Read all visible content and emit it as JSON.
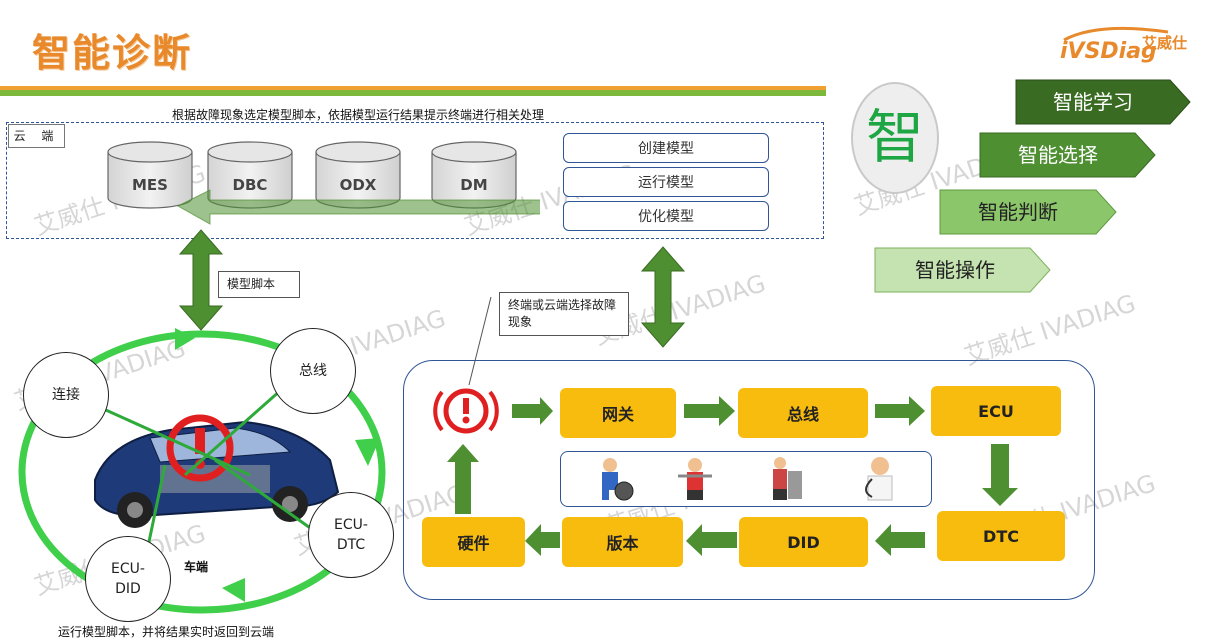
{
  "header": {
    "title": "智能诊断",
    "logo_text": "iVSDiag",
    "logo_cn": "艾威仕"
  },
  "cloud": {
    "caption": "根据故障现象选定模型脚本，依据模型运行结果提示终端进行相关处理",
    "label": "云  端",
    "databases": [
      "MES",
      "DBC",
      "ODX",
      "DM"
    ],
    "models": [
      "创建模型",
      "运行模型",
      "优化模型"
    ]
  },
  "smart": {
    "circle": "智",
    "steps": [
      "智能学习",
      "智能选择",
      "智能判断",
      "智能操作"
    ],
    "colors": [
      "#3a6b22",
      "#4e8f32",
      "#8cc66a",
      "#c5e3b0"
    ]
  },
  "labels": {
    "model_script": "模型脚本",
    "select_fault": "终端或云端选择故障现象",
    "vehicle": "车端",
    "bottom_caption": "运行模型脚本，并将结果实时返回到云端"
  },
  "vehicle_nodes": [
    "连接",
    "总线",
    "ECU-DTC",
    "ECU-DID"
  ],
  "flow": {
    "top": [
      "网关",
      "总线",
      "ECU"
    ],
    "right": "DTC",
    "bottom": [
      "DID",
      "版本",
      "硬件"
    ]
  },
  "watermark": "艾威仕 IVADIAG",
  "colors": {
    "accent_orange": "#e8892b",
    "arrow_green": "#4e8f32",
    "flow_yellow": "#f7bc0d",
    "border_blue": "#2f5597"
  }
}
